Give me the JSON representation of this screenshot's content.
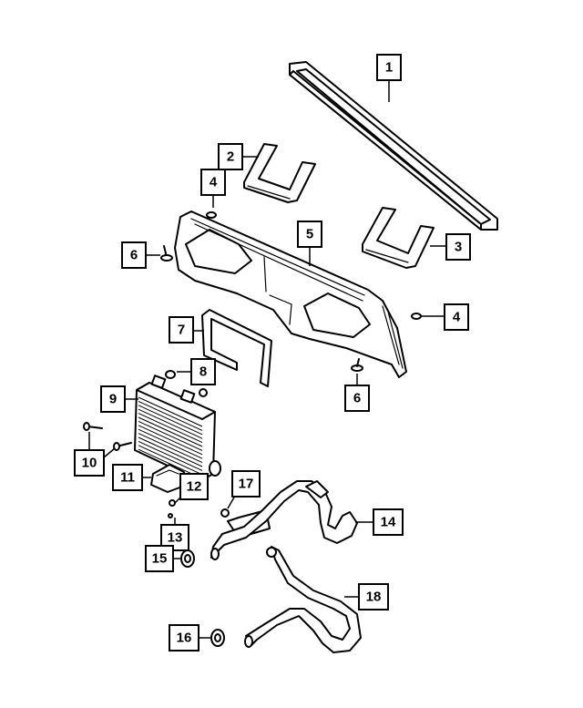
{
  "diagram": {
    "callouts": [
      {
        "id": "c1",
        "label": "1"
      },
      {
        "id": "c2",
        "label": "2"
      },
      {
        "id": "c3",
        "label": "3"
      },
      {
        "id": "c4a",
        "label": "4"
      },
      {
        "id": "c4b",
        "label": "4"
      },
      {
        "id": "c5",
        "label": "5"
      },
      {
        "id": "c6a",
        "label": "6"
      },
      {
        "id": "c6b",
        "label": "6"
      },
      {
        "id": "c7",
        "label": "7"
      },
      {
        "id": "c8",
        "label": "8"
      },
      {
        "id": "c9",
        "label": "9"
      },
      {
        "id": "c10",
        "label": "10"
      },
      {
        "id": "c11",
        "label": "11"
      },
      {
        "id": "c12",
        "label": "12"
      },
      {
        "id": "c13",
        "label": "13"
      },
      {
        "id": "c14",
        "label": "14"
      },
      {
        "id": "c15",
        "label": "15"
      },
      {
        "id": "c16",
        "label": "16"
      },
      {
        "id": "c17",
        "label": "17"
      },
      {
        "id": "c18",
        "label": "18"
      }
    ]
  }
}
